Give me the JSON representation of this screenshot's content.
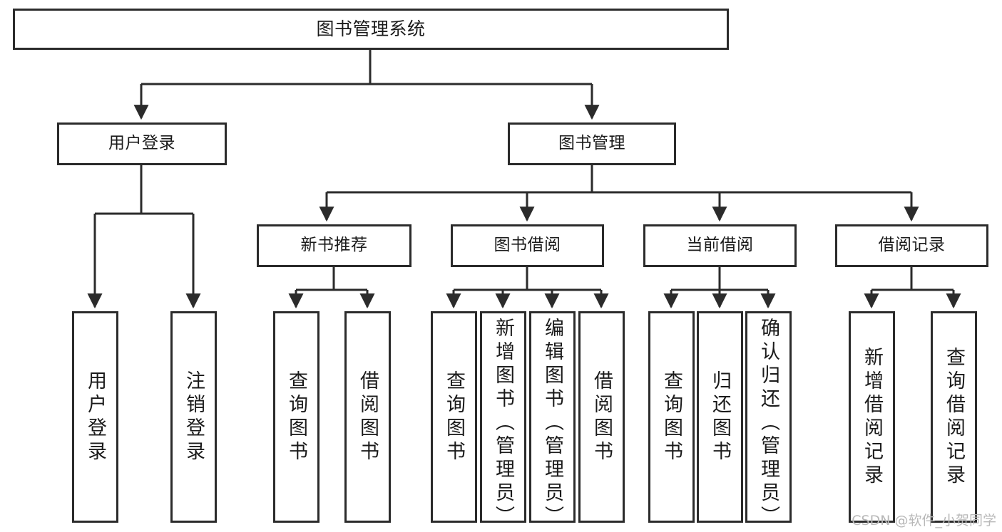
{
  "diagram": {
    "type": "tree",
    "title": "图书管理系统",
    "colors": {
      "stroke": "#2b2b2b",
      "fill": "#ffffff",
      "text": "#1a1a1a",
      "watermark": "#b8b8b8"
    },
    "nodes": {
      "root": "图书管理系统",
      "user_login": "用户登录",
      "book_manage": "图书管理",
      "new_book_rec": "新书推荐",
      "book_borrow": "图书借阅",
      "current_borrow": "当前借阅",
      "borrow_record": "借阅记录",
      "leaf_user_login": "用户登录",
      "leaf_logout": "注销登录",
      "leaf_query_book_a": "查询图书",
      "leaf_borrow_book_a": "借阅图书",
      "leaf_query_book_b": "查询图书",
      "leaf_add_book": "新增图书（管理员）",
      "leaf_edit_book": "编辑图书（管理员）",
      "leaf_borrow_book_b": "借阅图书",
      "leaf_query_book_c": "查询图书",
      "leaf_return_book": "归还图书",
      "leaf_confirm_return": "确认归还（管理员）",
      "leaf_add_record": "新增借阅记录",
      "leaf_query_record": "查询借阅记录"
    },
    "edges": [
      {
        "from": "root",
        "to": "user_login"
      },
      {
        "from": "root",
        "to": "book_manage"
      },
      {
        "from": "user_login",
        "to": "leaf_user_login"
      },
      {
        "from": "user_login",
        "to": "leaf_logout"
      },
      {
        "from": "book_manage",
        "to": "new_book_rec"
      },
      {
        "from": "book_manage",
        "to": "book_borrow"
      },
      {
        "from": "book_manage",
        "to": "current_borrow"
      },
      {
        "from": "book_manage",
        "to": "borrow_record"
      },
      {
        "from": "new_book_rec",
        "to": "leaf_query_book_a"
      },
      {
        "from": "new_book_rec",
        "to": "leaf_borrow_book_a"
      },
      {
        "from": "book_borrow",
        "to": "leaf_query_book_b"
      },
      {
        "from": "book_borrow",
        "to": "leaf_add_book"
      },
      {
        "from": "book_borrow",
        "to": "leaf_edit_book"
      },
      {
        "from": "book_borrow",
        "to": "leaf_borrow_book_b"
      },
      {
        "from": "current_borrow",
        "to": "leaf_query_book_c"
      },
      {
        "from": "current_borrow",
        "to": "leaf_return_book"
      },
      {
        "from": "current_borrow",
        "to": "leaf_confirm_return"
      },
      {
        "from": "borrow_record",
        "to": "leaf_add_record"
      },
      {
        "from": "borrow_record",
        "to": "leaf_query_record"
      }
    ]
  },
  "watermark": {
    "text": "CSDN @软件_小贺同学"
  }
}
